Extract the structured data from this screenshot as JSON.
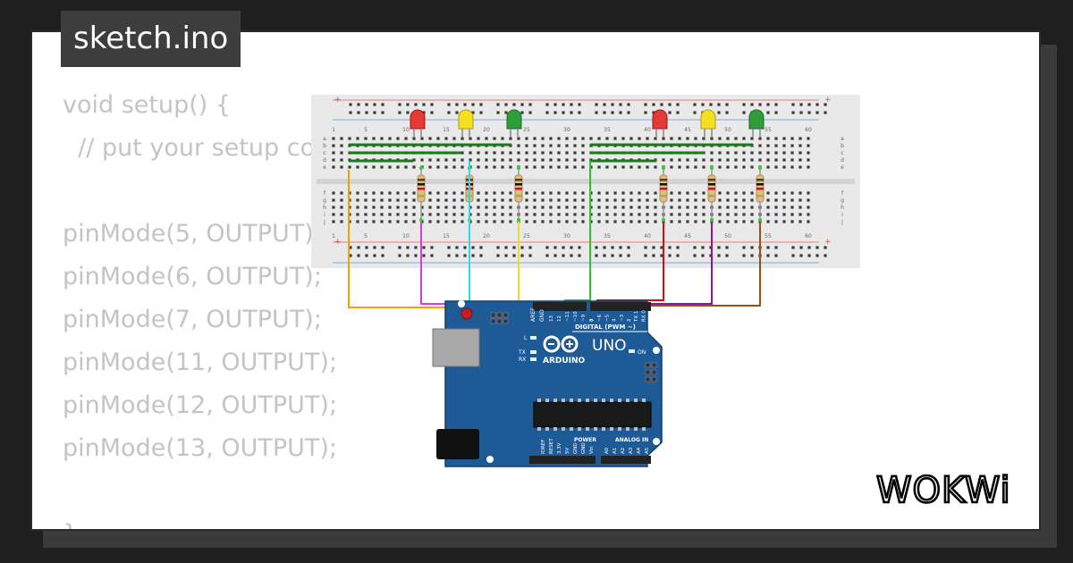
{
  "tab": {
    "title": "sketch.ino"
  },
  "code": {
    "lines": [
      "void setup() {",
      "  // put your setup code here, to run once:",
      "",
      "pinMode(5, OUTPUT);",
      "pinMode(6, OUTPUT);",
      "pinMode(7, OUTPUT);",
      "pinMode(11, OUTPUT);",
      "pinMode(12, OUTPUT);",
      "pinMode(13, OUTPUT);",
      "",
      "}"
    ]
  },
  "breadboard": {
    "column_numbers": [
      "1",
      "5",
      "10",
      "15",
      "20",
      "25",
      "30",
      "35",
      "40",
      "45",
      "50",
      "55",
      "60"
    ],
    "row_letters_top": [
      "a",
      "b",
      "c",
      "d",
      "e"
    ],
    "row_letters_bottom": [
      "f",
      "g",
      "h",
      "i",
      "j"
    ],
    "rail_plus": "+",
    "rail_minus": "-"
  },
  "leds": [
    {
      "color": "red",
      "hex": "#e53935"
    },
    {
      "color": "yellow",
      "hex": "#f5e020"
    },
    {
      "color": "green",
      "hex": "#2e9e3a"
    },
    {
      "color": "red",
      "hex": "#e53935"
    },
    {
      "color": "yellow",
      "hex": "#f5e020"
    },
    {
      "color": "green",
      "hex": "#2e9e3a"
    }
  ],
  "wires": [
    {
      "name": "orange-wire",
      "hex": "#f5a000"
    },
    {
      "name": "magenta-wire",
      "hex": "#d63fd6"
    },
    {
      "name": "cyan-wire",
      "hex": "#2ed8e8"
    },
    {
      "name": "yellow-wire",
      "hex": "#e8e020"
    },
    {
      "name": "green-wire",
      "hex": "#30c030"
    },
    {
      "name": "red-wire",
      "hex": "#cc1010"
    },
    {
      "name": "purple-wire",
      "hex": "#8a1a9a"
    },
    {
      "name": "brown-wire",
      "hex": "#9a5010"
    }
  ],
  "arduino": {
    "model": "UNO",
    "brand": "ARDUINO",
    "digital_label": "DIGITAL (PWM ~)",
    "power_label": "POWER",
    "analog_label": "ANALOG IN",
    "on_label": "ON",
    "l_label": "L",
    "tx_label": "TX",
    "rx_label": "RX",
    "aref_label": "AREF",
    "gnd_label": "GND",
    "digital_pins": [
      "13",
      "12",
      "~11",
      "~10",
      "~9",
      "8",
      "7",
      "~6",
      "~5",
      "4",
      "~3",
      "2",
      "TX 1",
      "RX 0"
    ],
    "power_pins": [
      "IOREF",
      "RESET",
      "3.3V",
      "5V",
      "GND",
      "GND",
      "Vin"
    ],
    "analog_pins": [
      "A0",
      "A1",
      "A2",
      "A3",
      "A4",
      "A5"
    ],
    "board_color": "#1e5a96"
  },
  "brand": {
    "logo_text": "WOKWi"
  }
}
